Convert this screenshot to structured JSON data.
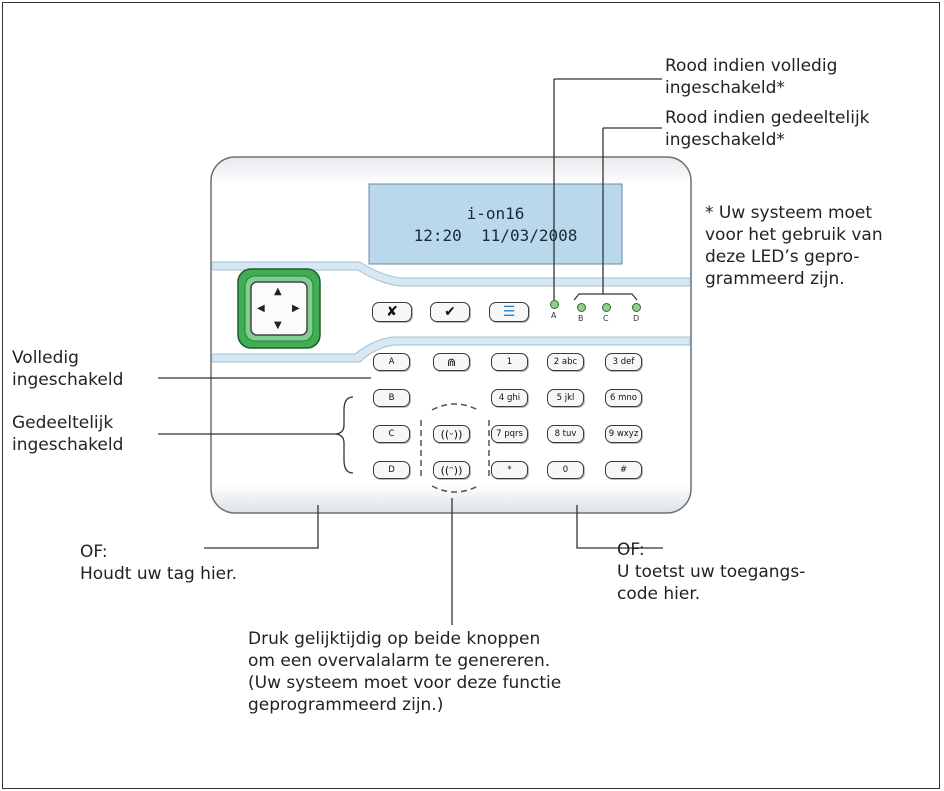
{
  "display": {
    "line1": "i-on16",
    "line2": "12:20  11/03/2008"
  },
  "control_keys": [
    "✘",
    "✔",
    "☰"
  ],
  "leds": [
    "A",
    "B",
    "C",
    "D"
  ],
  "keys": {
    "letters": [
      "A",
      "B",
      "C",
      "D"
    ],
    "lock": "⋒",
    "row1": [
      "1",
      "2 abc",
      "3 def"
    ],
    "row2": [
      "4 ghi",
      "5 jkl",
      "6 mno"
    ],
    "row3": [
      "7 pqrs",
      "8 tuv",
      "9 wxyz"
    ],
    "row4": [
      "*",
      "0",
      "#"
    ]
  },
  "callouts": {
    "full_led": "Rood indien volledig\ningeschakeld*",
    "part_led": "Rood indien gedeeltelijk\ningeschakeld*",
    "note": "* Uw systeem moet\nvoor het gebruik van\ndeze LED’s gepro-\ngrammeerd zijn.",
    "full_key": "Volledig\ningeschakeld",
    "part_key": "Gedeeltelijk\ningeschakeld",
    "tag": "OF:\nHoudt uw tag hier.",
    "code": "OF:\nU toetst uw toegangs-\ncode hier.",
    "panic": "Druk gelijktijdig op beide knoppen\nom een overvalalarm te genereren.\n(Uw systeem moet voor deze functie\ngeprogrammeerd zijn.)"
  },
  "colors": {
    "lcd": "#b9d8ec",
    "led": "#8fd08f",
    "nav_ring": "#3fae55",
    "stripe": "#a9cde6"
  }
}
